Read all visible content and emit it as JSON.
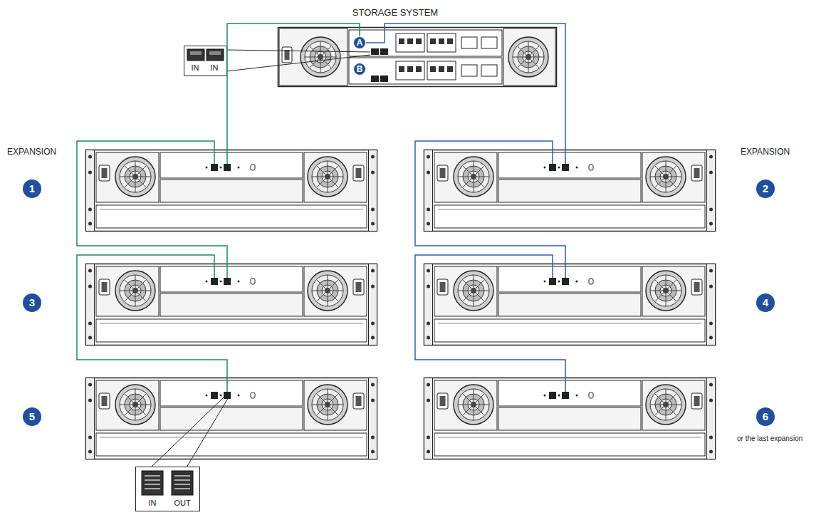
{
  "diagram": {
    "nodes": [
      {
        "text": [
          "STORAGE SYSTEM"
        ]
      },
      {
        "text": [
          "A"
        ],
        "in": 0
      },
      {
        "text": [
          "B"
        ],
        "in": 0
      },
      {
        "text": [
          "EXPANSION",
          "1"
        ]
      },
      {
        "text": [
          "EXPANSION",
          "2"
        ]
      },
      {
        "text": [
          "3"
        ]
      },
      {
        "text": [
          "4"
        ]
      },
      {
        "text": [
          "5"
        ]
      },
      {
        "text": [
          "6",
          "or the last expansion"
        ]
      }
    ],
    "edges": [
      {
        "from": 1,
        "to": 3,
        "arrow": "none"
      },
      {
        "from": 1,
        "to": 4,
        "arrow": "none"
      },
      {
        "from": 3,
        "to": 5,
        "arrow": "none"
      },
      {
        "from": 5,
        "to": 7,
        "arrow": "none"
      },
      {
        "from": 4,
        "to": 6,
        "arrow": "none"
      },
      {
        "from": 6,
        "to": 8,
        "arrow": "none"
      }
    ],
    "labels": [
      "IN",
      "IN",
      "IN",
      "OUT"
    ]
  }
}
